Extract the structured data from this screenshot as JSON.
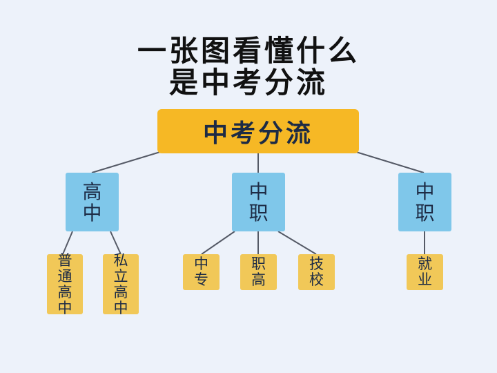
{
  "title": {
    "line1": "一张图看懂什么",
    "line2": "是中考分流"
  },
  "root": "中考分流",
  "branches": [
    {
      "label": "高中",
      "children": [
        "普通高中",
        "私立高中"
      ]
    },
    {
      "label": "中职",
      "children": [
        "中专",
        "职高",
        "技校"
      ]
    },
    {
      "label": "中职",
      "children": [
        "就业"
      ]
    }
  ],
  "colors": {
    "background": "#edf2fa",
    "root": "#f6b825",
    "branch": "#7fc7ea",
    "leaf": "#f1c858",
    "line": "#555a66"
  }
}
